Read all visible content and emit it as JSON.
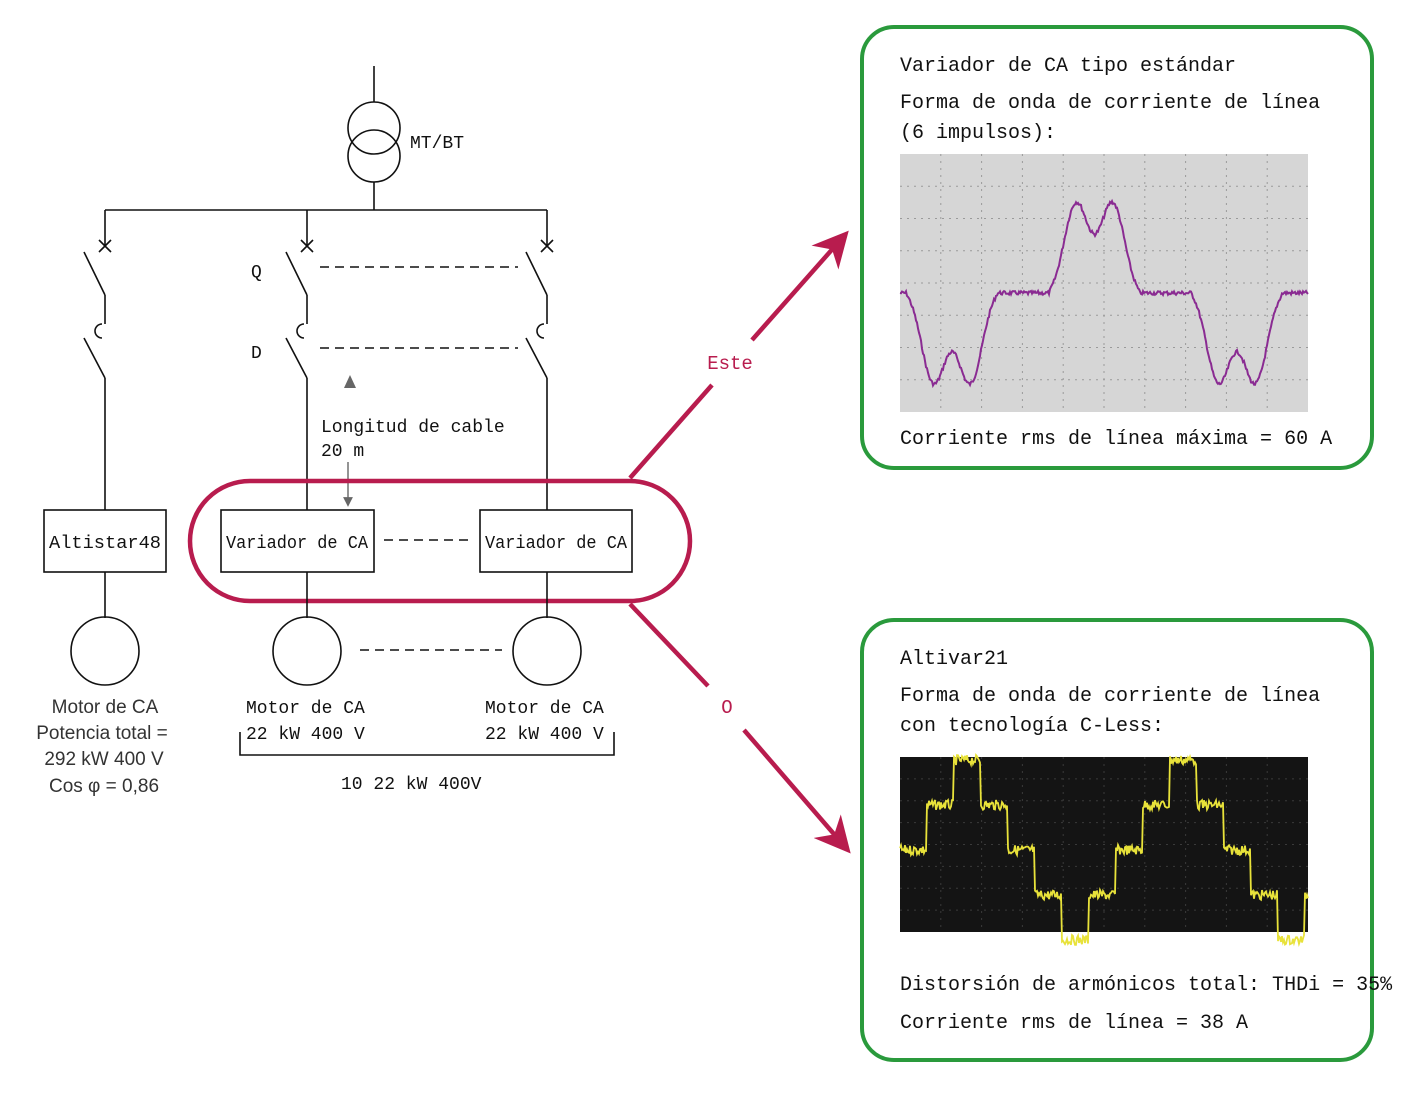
{
  "transformer": {
    "label": "MT/BT"
  },
  "labels": {
    "q": "Q",
    "d": "D",
    "cable_length": [
      "Longitud de cable",
      "20 m"
    ]
  },
  "altistart": {
    "label": "Altistar48"
  },
  "drives": {
    "left": "Variador de CA",
    "right": "Variador de CA"
  },
  "motors": {
    "left_motor": [
      "Motor de CA",
      "Potencia total =",
      "292 kW 400 V",
      "Cos φ = 0,86"
    ],
    "middle_motor": [
      "Motor de CA",
      "22 kW 400 V"
    ],
    "right_motor": [
      "Motor de CA",
      "22 kW 400 V"
    ],
    "group_note": "10   22 kW 400V"
  },
  "arrows": {
    "upper": "Este",
    "lower": "O",
    "color": "#b81c4e"
  },
  "panel_top": {
    "title": "Variador de CA tipo estándar",
    "subtitle": [
      "Forma de onda de corriente de línea",
      "(6 impulsos):"
    ],
    "footer": "Corriente rms de línea máxima = 60 A",
    "border_color": "#2a9a3c",
    "scope_bg": "#d6d6d6",
    "trace_color": "#8a2b92"
  },
  "panel_bottom": {
    "title": "Altivar21",
    "subtitle": [
      "Forma de onda de corriente de línea",
      "con tecnología C-Less:"
    ],
    "footer": [
      "Distorsión de armónicos total: THDi = 35%",
      "Corriente rms de línea = 38 A"
    ],
    "border_color": "#2a9a3c",
    "scope_bg": "#141414",
    "trace_color": "#e8e23a"
  }
}
